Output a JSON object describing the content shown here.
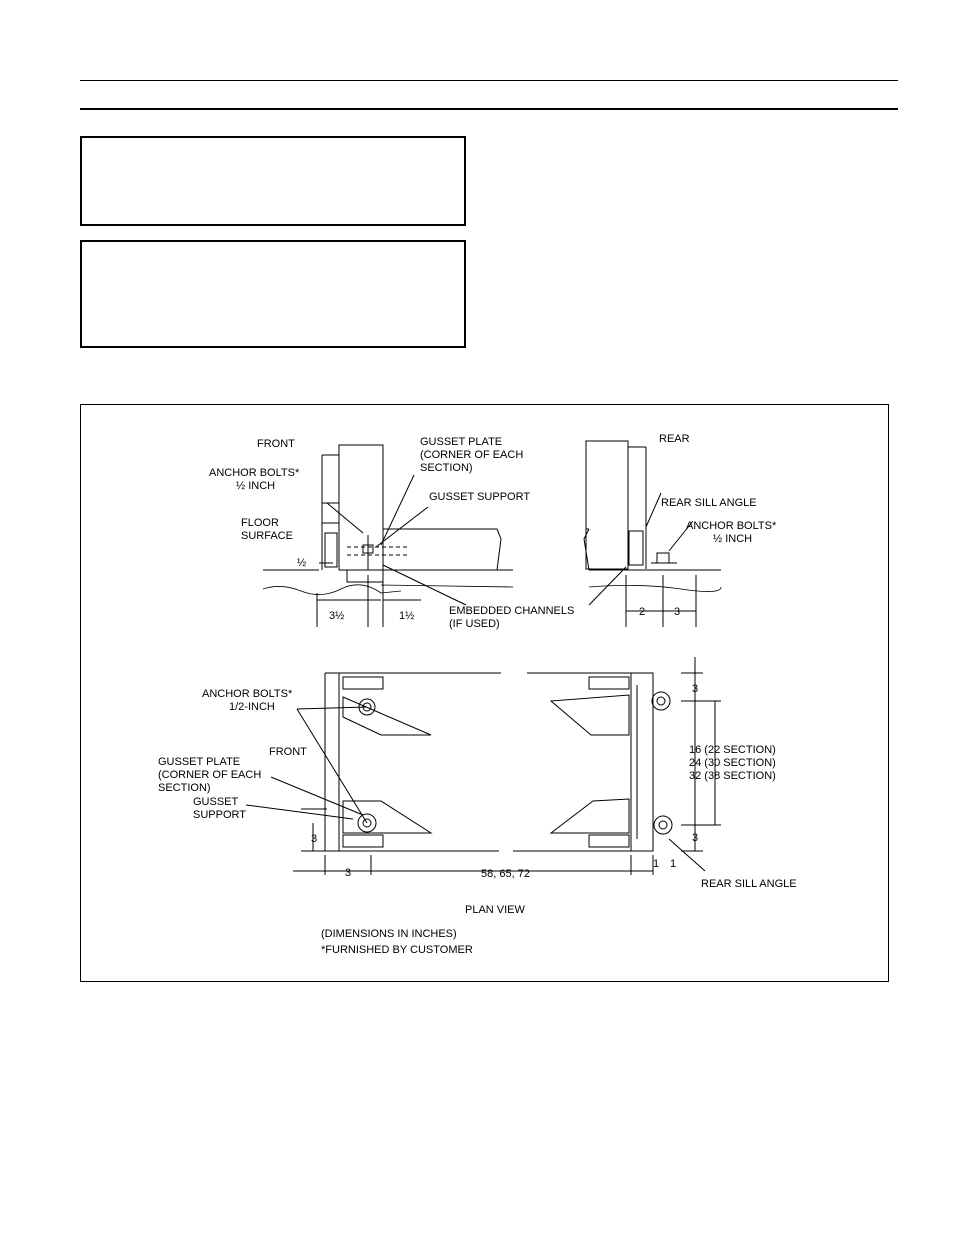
{
  "figure": {
    "elevation": {
      "front": "FRONT",
      "rear": "REAR",
      "gusset_plate": [
        "GUSSET PLATE",
        "(CORNER OF EACH",
        "SECTION)"
      ],
      "anchor_bolts_left": [
        "ANCHOR BOLTS*",
        "½ INCH"
      ],
      "gusset_support": "GUSSET SUPPORT",
      "floor_surface": [
        "FLOOR",
        "SURFACE"
      ],
      "rear_sill_angle": "REAR SILL ANGLE",
      "anchor_bolts_right": [
        "ANCHOR BOLTS*",
        "½ INCH"
      ],
      "embedded_channels": [
        "EMBEDDED CHANNELS",
        "(IF USED)"
      ],
      "dim_half": "½",
      "dim_3_5": "3½",
      "dim_1_5": "1½",
      "dim_2": "2",
      "dim_3": "3"
    },
    "plan": {
      "anchor_bolts": [
        "ANCHOR BOLTS*",
        "1/2-INCH"
      ],
      "front": "FRONT",
      "gusset_plate": [
        "GUSSET PLATE",
        "(CORNER OF EACH",
        "SECTION)"
      ],
      "gusset_support": [
        "GUSSET",
        "SUPPORT"
      ],
      "dim_3_top": "3",
      "dim_spacing": [
        "16 (22 SECTION)",
        "24 (30 SECTION)",
        "32 (38 SECTION)"
      ],
      "dim_3_right": "3",
      "dim_3_left": "3",
      "dim_3_bottom": "3",
      "dim_width": "58, 65, 72",
      "dim_1a": "1",
      "dim_1b": "1",
      "rear_sill_angle": "REAR SILL ANGLE",
      "plan_view": "PLAN VIEW"
    },
    "notes": [
      "(DIMENSIONS IN INCHES)",
      "*FURNISHED BY CUSTOMER"
    ]
  }
}
